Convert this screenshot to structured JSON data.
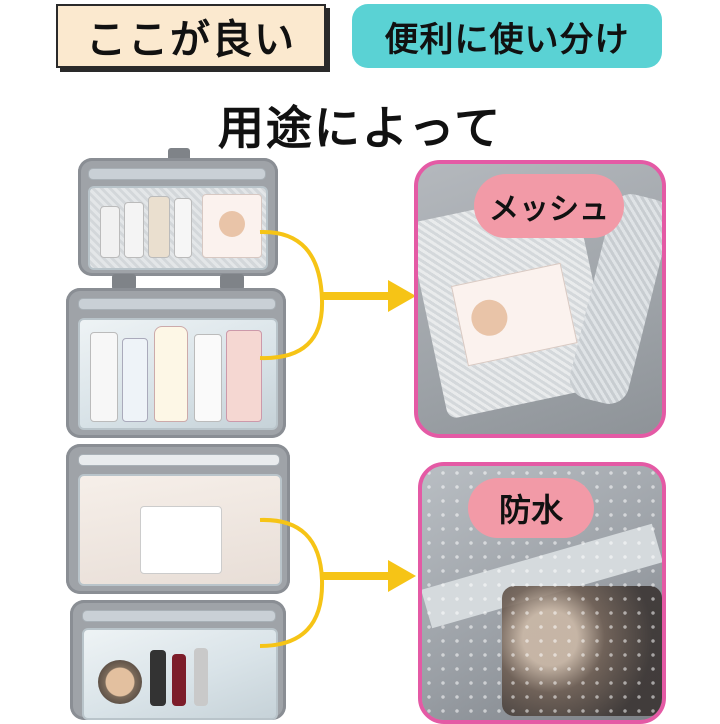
{
  "header": {
    "tag_good": "ここが良い",
    "tag_use": "便利に使い分け",
    "subtitle": "用途によって"
  },
  "callouts": {
    "mesh": {
      "label": "メッシュ"
    },
    "waterproof": {
      "label": "防水"
    }
  },
  "colors": {
    "arrow": "#f6c416",
    "callout_border": "#e45aa5",
    "bubble": "#f29aa7",
    "tag_good_bg": "#fbe9cf",
    "tag_use_bg": "#5ad2d4",
    "bag_gray": "#9fa3a8"
  }
}
